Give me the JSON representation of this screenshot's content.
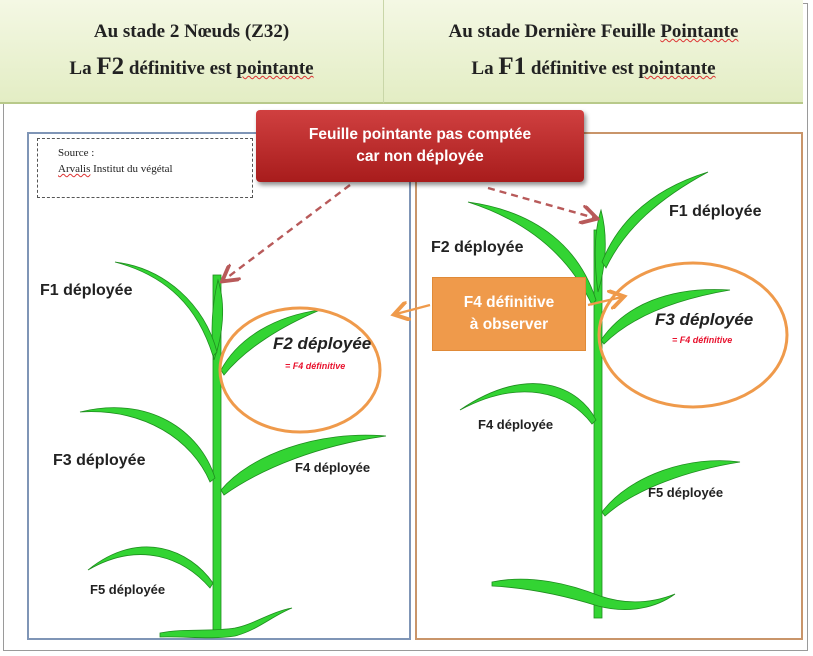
{
  "header": {
    "left": {
      "line1": "Au stade 2 Nœuds (Z32)",
      "line2_pre": "La ",
      "line2_big": "F2",
      "line2_mid": " définitive est ",
      "line2_spell": "pointante"
    },
    "right": {
      "line1_pre": "Au stade Dernière Feuille ",
      "line1_spell": "Pointante",
      "line2_pre": "La ",
      "line2_big": "F1",
      "line2_mid": " définitive est ",
      "line2_spell": "pointante"
    }
  },
  "source": {
    "line1": "Source :",
    "line2_spell": "Arvalis",
    "line2_rest": " Institut du végétal"
  },
  "callouts": {
    "red": {
      "line1": "Feuille pointante pas comptée",
      "line2": "car non déployée"
    },
    "orange": {
      "line1": "F4 définitive",
      "line2": "à observer"
    }
  },
  "left_plant": {
    "f1": "F1 déployée",
    "f2": "F2 déployée",
    "f2_note": "= F4 définitive",
    "f3": "F3 déployée",
    "f4": "F4 déployée",
    "f5": "F5 déployée"
  },
  "right_plant": {
    "f1": "F1 déployée",
    "f2": "F2 déployée",
    "f3": "F3 déployée",
    "f3_note": "= F4 définitive",
    "f4": "F4 déployée",
    "f5": "F5 déployée"
  },
  "colors": {
    "leaf": "#33d433",
    "leaf_dark": "#1e8c1e",
    "ellipse": "#ef9a4b",
    "arrow": "#b85a5a",
    "red_note": "#c02a2a",
    "orange_note": "#ef9a4b"
  }
}
